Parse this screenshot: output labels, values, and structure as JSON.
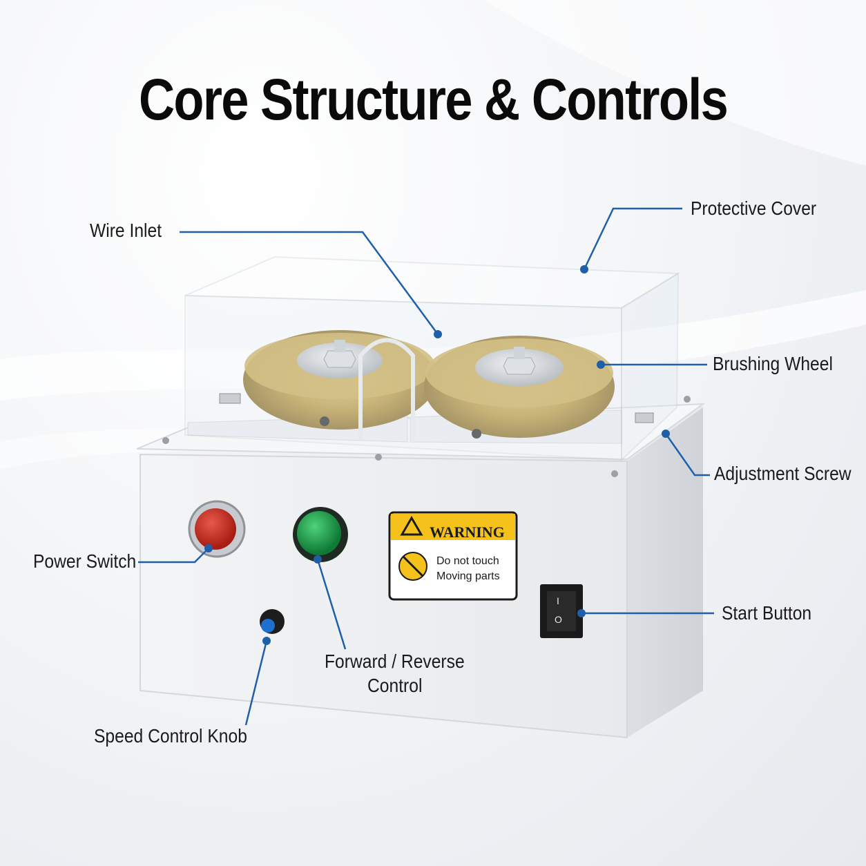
{
  "title": "Core Structure & Controls",
  "accent_color": "#1f5fa8",
  "labels": {
    "wire_inlet": "Wire Inlet",
    "protective_cover": "Protective Cover",
    "brushing_wheel": "Brushing Wheel",
    "adjustment_screw": "Adjustment Screw",
    "power_switch": "Power Switch",
    "start_button": "Start Button",
    "forward_reverse_line1": "Forward / Reverse",
    "forward_reverse_line2": "Control",
    "speed_control_knob": "Speed Control Knob"
  },
  "warning_sign": {
    "heading": "WARNING",
    "line1": "Do not touch",
    "line2": "Moving parts"
  },
  "rocker_switch": {
    "on_mark": "I",
    "off_mark": "O"
  }
}
